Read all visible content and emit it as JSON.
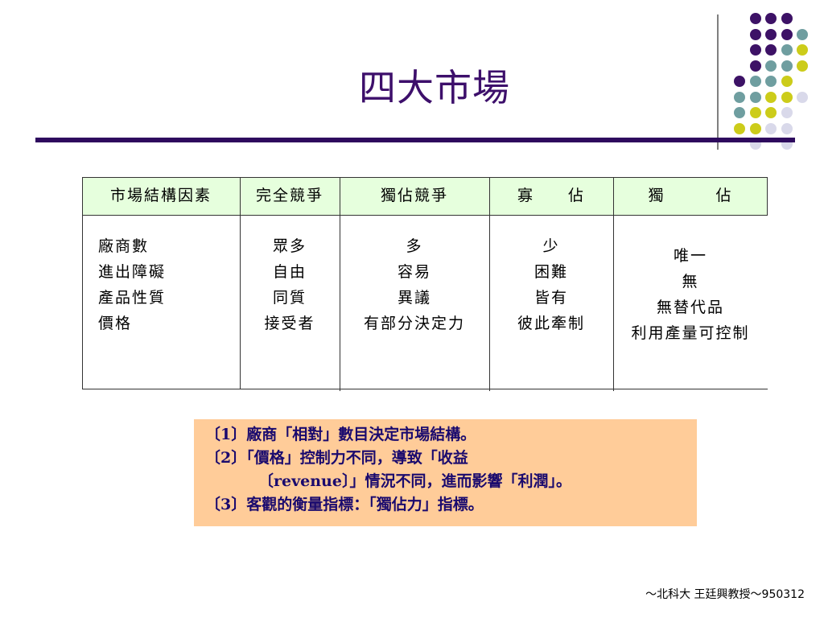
{
  "slide": {
    "title": "四大市場",
    "footer": "～北科大 王廷興教授～950312"
  },
  "colors": {
    "purple": "#3d1266",
    "teal": "#6f9ea0",
    "yellow": "#cccc1a",
    "lavender": "#d9d9ea",
    "title": "#3d0f6b",
    "header_fill": "#e6ffdd",
    "note_fill": "#ffcc99",
    "note_text": "#1a0a6e"
  },
  "table": {
    "headers": [
      "市場結構因素",
      "完全競爭",
      "獨佔競爭",
      "寡　　佔",
      "獨　　　佔"
    ],
    "columns": [
      [
        "廠商數",
        "進出障礙",
        "產品性質",
        "價格"
      ],
      [
        "眾多",
        "自由",
        "同質",
        "接受者"
      ],
      [
        "多",
        "容易",
        "異議",
        "有部分決定力"
      ],
      [
        "少",
        "困難",
        "皆有",
        "彼此牽制"
      ],
      [
        "唯一",
        "無",
        "無替代品",
        "利用產量可控制"
      ]
    ]
  },
  "notes": {
    "line1": "〔1〕廠商「相對」數目決定市場結構。",
    "line2": "〔2〕「價格」控制力不同，導致「收益",
    "line3": "〔revenue〕」情況不同，進而影響「利潤」。",
    "line4": "〔3〕客觀的衡量指標：「獨佔力」指標。"
  }
}
